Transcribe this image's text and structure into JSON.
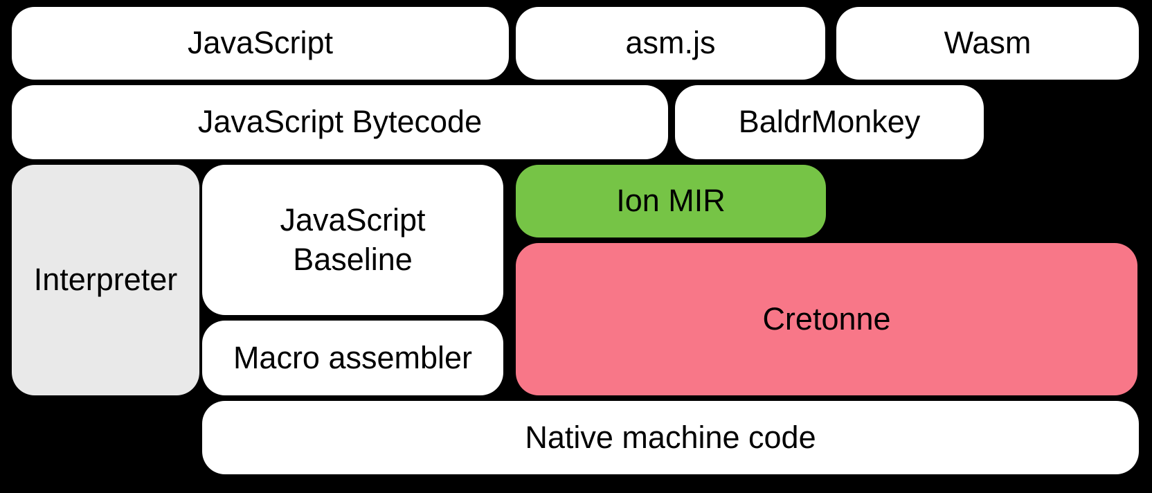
{
  "diagram": {
    "background_color": "#000000",
    "text_color": "#000000",
    "colors": {
      "node_default": "#ffffff",
      "interpreter_gray": "#e9e9e9",
      "ion_green": "#76c446",
      "cretonne_pink": "#f87788"
    },
    "nodes": {
      "javascript": {
        "label": "JavaScript",
        "color": "#ffffff"
      },
      "asmjs": {
        "label": "asm.js",
        "color": "#ffffff"
      },
      "wasm": {
        "label": "Wasm",
        "color": "#ffffff"
      },
      "bytecode": {
        "label": "JavaScript Bytecode",
        "color": "#ffffff"
      },
      "baldrmonkey": {
        "label": "BaldrMonkey",
        "color": "#ffffff"
      },
      "interpreter": {
        "label": "Interpreter",
        "color": "#e9e9e9"
      },
      "baseline": {
        "label": "JavaScript\nBaseline",
        "color": "#ffffff"
      },
      "ionmir": {
        "label": "Ion MIR",
        "color": "#76c446"
      },
      "cretonne": {
        "label": "Cretonne",
        "color": "#f87788"
      },
      "macroassembler": {
        "label": "Macro assembler",
        "color": "#ffffff"
      },
      "nativecode": {
        "label": "Native machine code",
        "color": "#ffffff"
      }
    }
  }
}
